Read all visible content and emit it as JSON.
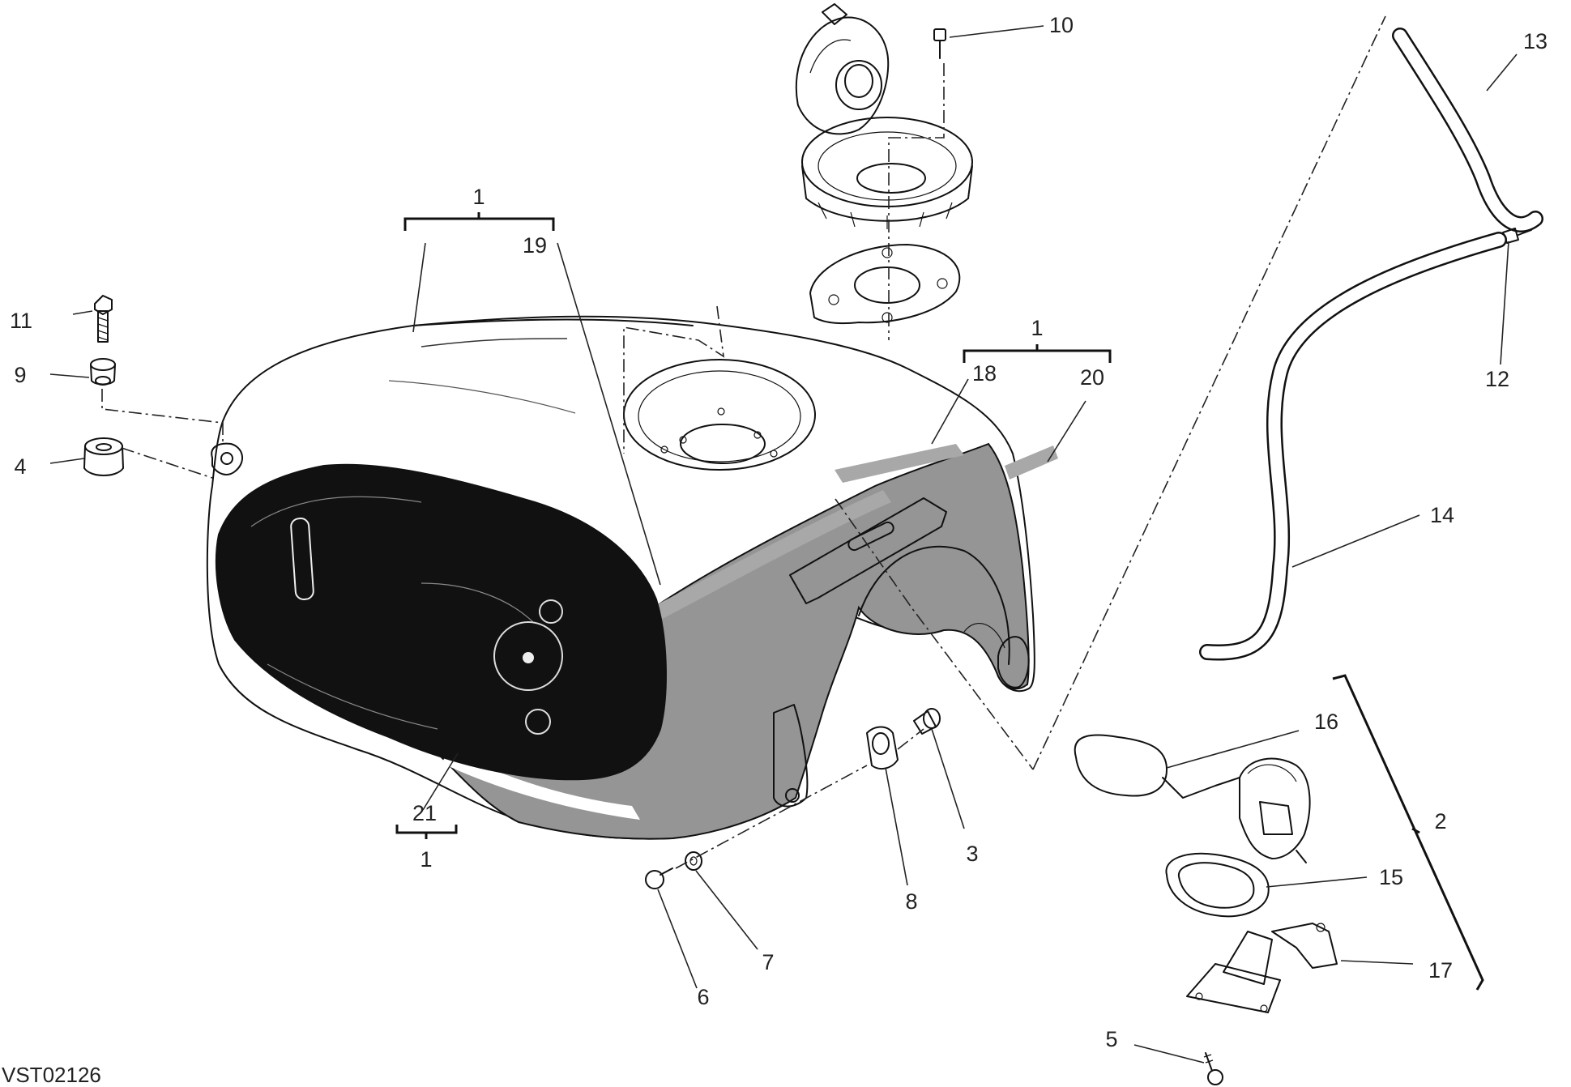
{
  "diagram": {
    "reference_code": "VST02126",
    "callouts": {
      "c1_top": "1",
      "c1_right": "1",
      "c1_bottom": "1",
      "c2": "2",
      "c3": "3",
      "c4": "4",
      "c5": "5",
      "c6": "6",
      "c7": "7",
      "c8": "8",
      "c9": "9",
      "c10": "10",
      "c11": "11",
      "c12": "12",
      "c13": "13",
      "c14": "14",
      "c15": "15",
      "c16": "16",
      "c17": "17",
      "c18": "18",
      "c19": "19",
      "c20": "20",
      "c21": "21"
    },
    "colors": {
      "tank_panel": "#111111",
      "tank_grey": "#959595",
      "stripe_grey": "#a8a8a8",
      "line": "#111111"
    }
  }
}
